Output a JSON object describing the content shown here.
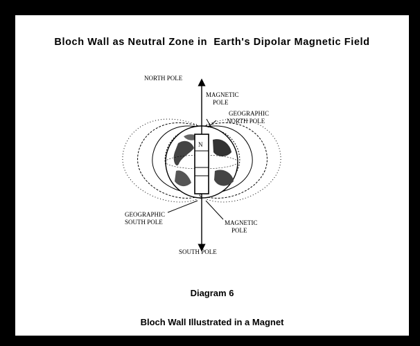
{
  "title": "Bloch Wall as Neutral Zone in  Earth's Dipolar Magnetic Field",
  "diagram": {
    "labels": {
      "north_pole": "NORTH POLE",
      "magnetic_pole_top_1": "MAGNETIC",
      "magnetic_pole_top_2": "POLE",
      "geographic_north_1": "GEOGRAPHIC",
      "geographic_north_2": "NORTH POLE",
      "magnet_n": "N",
      "magnet_s": "S",
      "geographic_south_1": "GEOGRAPHIC",
      "geographic_south_2": "SOUTH POLE",
      "magnetic_pole_bottom_1": "MAGNETIC",
      "magnetic_pole_bottom_2": "POLE",
      "south_pole": "SOUTH POLE"
    }
  },
  "caption_number": "Diagram 6",
  "caption_text": "Bloch Wall Illustrated in a Magnet"
}
